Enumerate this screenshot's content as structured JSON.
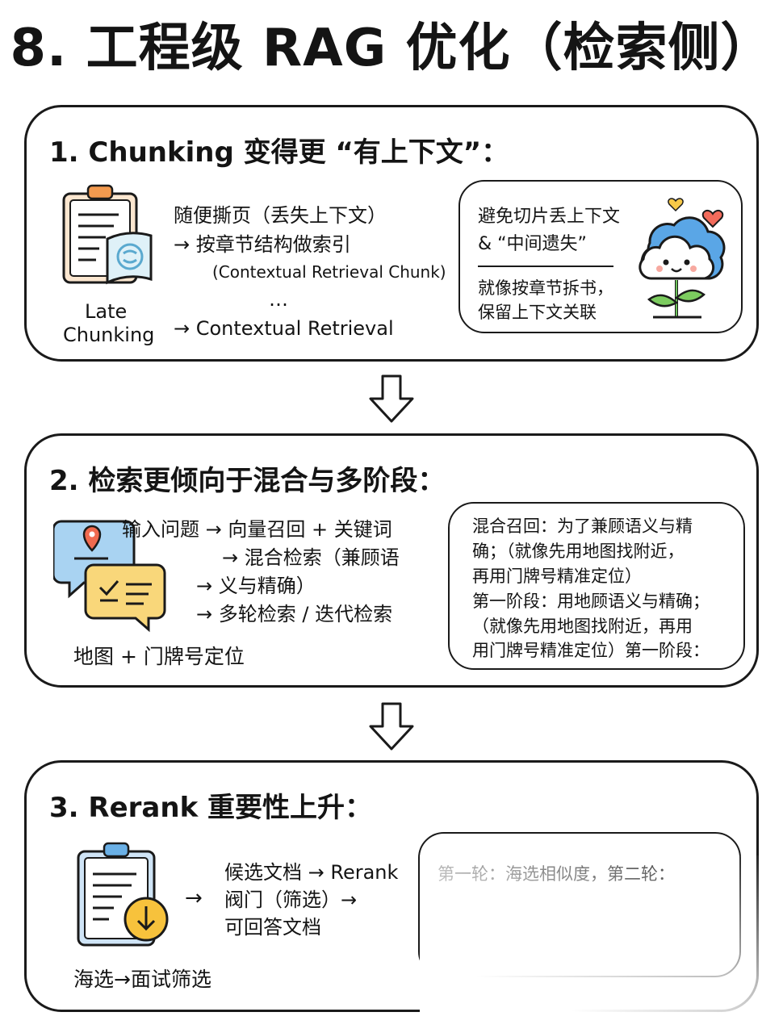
{
  "title": "8. 工程级 RAG 优化（检索侧）",
  "section1": {
    "heading": "1. Chunking 变得更 “有上下文”：",
    "icon_label": [
      "Late",
      "Chunking"
    ],
    "flow": [
      "随便撕页（丢失上下文）",
      "→ 按章节结构做索引",
      "(Contextual Retrieval Chunk)",
      "…",
      "→ Contextual Retrieval"
    ],
    "callout_title": [
      "避免切片丢上下文",
      "& “中间遗失”"
    ],
    "callout_body": [
      "就像按章节拆书，",
      "保留上下文关联"
    ]
  },
  "section2": {
    "heading": "2. 检索更倾向于混合与多阶段：",
    "flow": [
      "输入问题 → 向量召回 + 关键词",
      "→ 混合检索（兼顾语",
      "→  义与精确）",
      "→  多轮检索 / 迭代检索"
    ],
    "icon_label": "地图 + 门牌号定位",
    "callout": [
      "混合召回：为了兼顾语义与精",
      "确；（就像先用地图找附近，",
      "再用门牌号精准定位）",
      "第一阶段：用地顾语义与精确；",
      "（就像先用地图找附近，再用",
      "用门牌号精准定位）第一阶段："
    ]
  },
  "section3": {
    "heading": "3. Rerank 重要性上升：",
    "flow": [
      "候选文档 → Rerank",
      "阀门（筛选）→",
      "可回答文档"
    ],
    "arrow": "→",
    "icon_label": "海选→面试筛选",
    "callout": "第一轮：海选相似度，第二轮："
  }
}
